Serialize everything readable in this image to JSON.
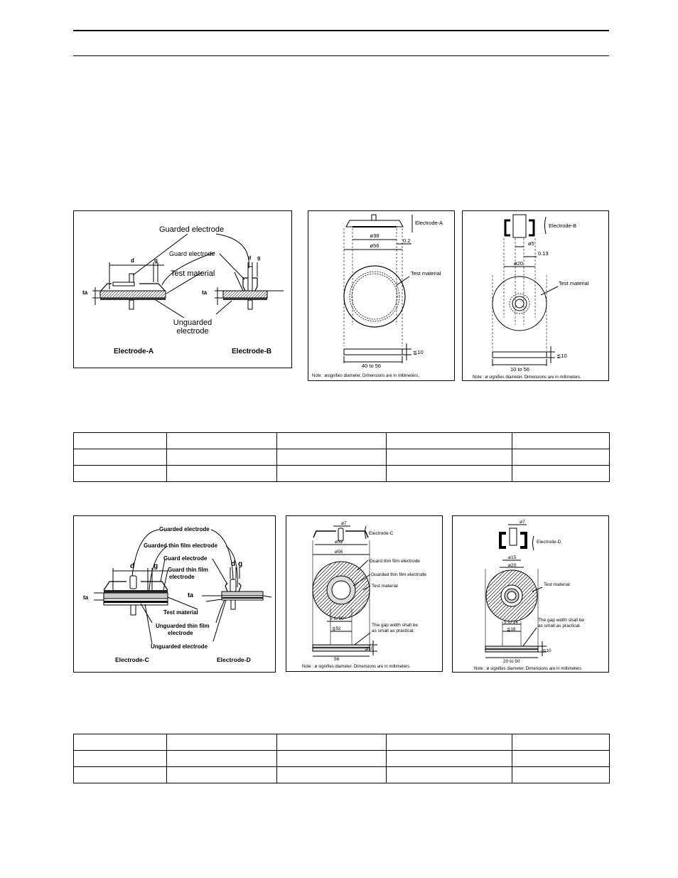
{
  "panel1": {
    "guarded_electrode": "Guarded electrode",
    "guard_electrode": "Guard electrode",
    "test_material": "Test material",
    "unguarded_l1": "Unguarded",
    "unguarded_l2": "electrode",
    "d": "d",
    "g": "g",
    "ta": "ta",
    "electrode_a": "Electrode-A",
    "electrode_b": "Electrode-B"
  },
  "panel2": {
    "electrode": "Electrode-A",
    "dia_inner": "ø38",
    "dia_outer": "ø56",
    "gap": "0.2",
    "test_material": "Test material",
    "thickness": "≦10",
    "width": "40 to 56",
    "note": "Note : øsignifies diameter.  Dimensions are in millimeters."
  },
  "panel3": {
    "electrode": "Electrode-B",
    "dia_inner": "ø5",
    "gap": "0.13",
    "dia_outer": "ø20",
    "test_material": "Test material",
    "thickness": "≦10",
    "width": "10 to 56",
    "note": "Note : ø signifies diameter.  Dimensions are in millimeters."
  },
  "panel4": {
    "guarded_electrode": "Guarded electrode",
    "guarded_thin_film": "Guarded thin film electrode",
    "guard_electrode": "Guard electrode",
    "guard_thin_film_l1": "Guard thin film",
    "guard_thin_film_l2": "electrode",
    "test_material": "Test material",
    "unguarded_thin_l1": "Unguarded thin film",
    "unguarded_thin_l2": "electrode",
    "unguarded_electrode": "Unguarded electrode",
    "d": "d",
    "g": "g",
    "ta": "ta",
    "electrode_c": "Electrode-C",
    "electrode_d": "Electrode-D"
  },
  "panel5": {
    "dia_top": "ø7",
    "electrode": "Electrode-C",
    "dia_52": "ø52",
    "dia_56": "ø56",
    "guard_thin": "Guard thin film electrode",
    "guarded_thin": "Guarded thin film electrode",
    "test_material": "Test material",
    "range": "5 to 50",
    "le52": "≦52",
    "gap_l1": "The gap width shall be",
    "gap_l2": "as small as practical.",
    "thickness": "≦10",
    "width": "56",
    "note": "Note : ø signifies diameter.  Dimensions are in millimeters."
  },
  "panel6": {
    "dia_top": "ø7",
    "electrode": "Electrode-D",
    "dia_15": "ø15",
    "dia_20": "ø20",
    "test_material": "Test material",
    "gap_l1": "The gap width shall be",
    "gap_l2": "as small as practical.",
    "range": "5 to 14",
    "le16": "≦16",
    "thickness": "≦10",
    "width": "20 to 50",
    "note": "Note : ø signifies diameter.  Dimensions are in millimeters"
  },
  "tables": {
    "table1": {
      "rows": 3,
      "cols": 5
    },
    "table2": {
      "rows": 3,
      "cols": 5
    }
  }
}
